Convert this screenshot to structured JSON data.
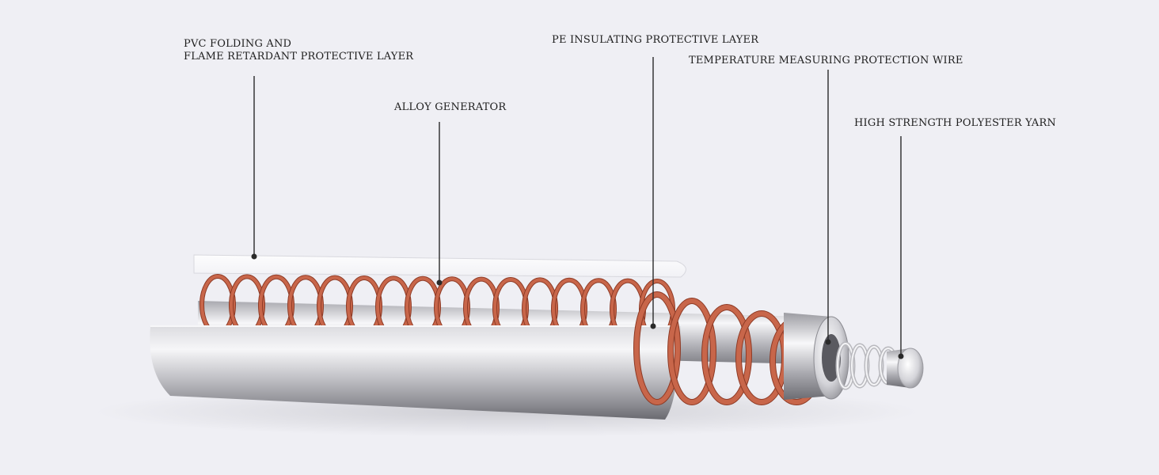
{
  "colors": {
    "background": "#efeff4",
    "copper": "#c8664a",
    "copper_dark": "#8e3b26",
    "metal_light": "#f4f4f6",
    "metal_mid": "#b9b9be",
    "metal_dark": "#6f6f74",
    "leader_line": "#2a2a2a"
  },
  "labels": {
    "pvc_line1": "PVC FOLDING AND",
    "pvc_line2": "FLAME RETARDANT PROTECTIVE LAYER",
    "alloy": "ALLOY GENERATOR",
    "pe": "PE INSULATING PROTECTIVE LAYER",
    "temp": "TEMPERATURE MEASURING PROTECTION WIRE",
    "yarn": "HIGH STRENGTH POLYESTER YARN"
  }
}
